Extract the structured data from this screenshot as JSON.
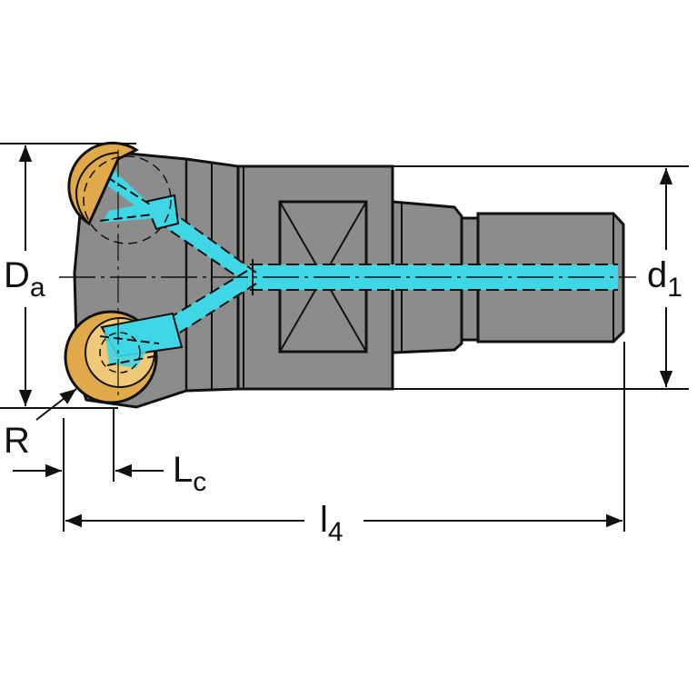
{
  "labels": {
    "Da_main": "D",
    "Da_sub": "a",
    "d1_main": "d",
    "d1_sub": "1",
    "R": "R",
    "Lc_main": "L",
    "Lc_sub": "c",
    "l4_main": "l",
    "l4_sub": "4"
  },
  "colors": {
    "body": "#8c8c8c",
    "body_dark": "#6f6f6f",
    "coolant": "#3fd6e6",
    "insert": "#e0a94a",
    "insert_light": "#efc978",
    "line": "#111111"
  }
}
